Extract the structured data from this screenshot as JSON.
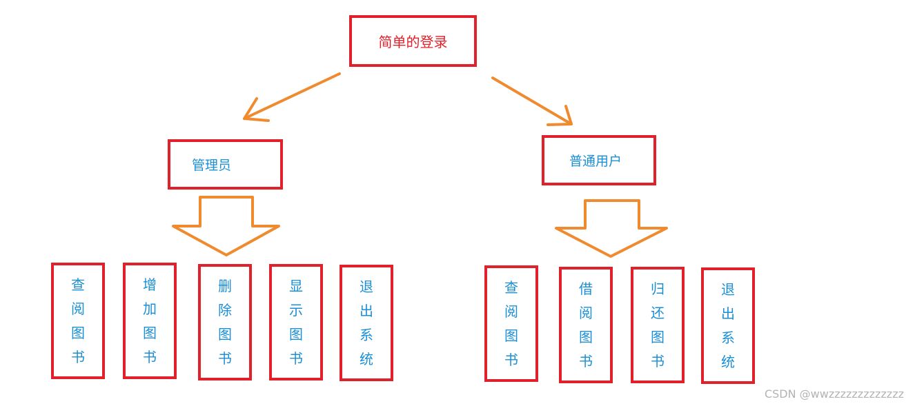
{
  "root": {
    "label": "简单的登录"
  },
  "admin": {
    "label": "管理员",
    "items": [
      "查阅图书",
      "增加图书",
      "删除图书",
      "显示图书",
      "退出系统"
    ]
  },
  "user": {
    "label": "普通用户",
    "items": [
      "查阅图书",
      "借阅图书",
      "归还图书",
      "退出系统"
    ]
  },
  "watermark": "CSDN @wwzzzzzzzzzzzzz",
  "colors": {
    "box_border": "#e0202a",
    "arrow": "#f08a2e",
    "text": "#1a8fd6",
    "root_text": "#e0202a"
  }
}
